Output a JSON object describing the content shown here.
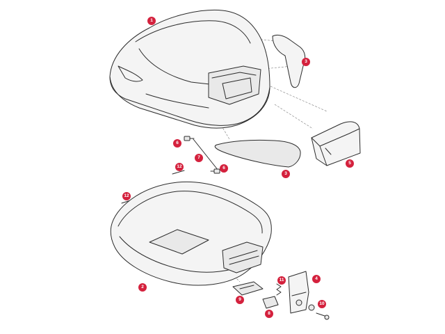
{
  "colors": {
    "callout": "#d4213d",
    "line": "#2b2b2b",
    "fill": "#e9e9e9"
  },
  "callouts": [
    {
      "id": "lid",
      "label": "1"
    },
    {
      "id": "base",
      "label": "2"
    },
    {
      "id": "upper-reflector",
      "label": "3"
    },
    {
      "id": "lock-plate",
      "label": "4"
    },
    {
      "id": "rear-cover",
      "label": "5"
    },
    {
      "id": "side-reflector",
      "label": "3"
    },
    {
      "id": "hinge-pin-left",
      "label": "6"
    },
    {
      "id": "hinge-pin-right",
      "label": "6"
    },
    {
      "id": "hinge-rod",
      "label": "7"
    },
    {
      "id": "latch",
      "label": "8"
    },
    {
      "id": "latch-plate",
      "label": "9"
    },
    {
      "id": "key",
      "label": "10"
    },
    {
      "id": "spring",
      "label": "11"
    },
    {
      "id": "screw-a",
      "label": "12"
    },
    {
      "id": "screw-b",
      "label": "12"
    }
  ]
}
